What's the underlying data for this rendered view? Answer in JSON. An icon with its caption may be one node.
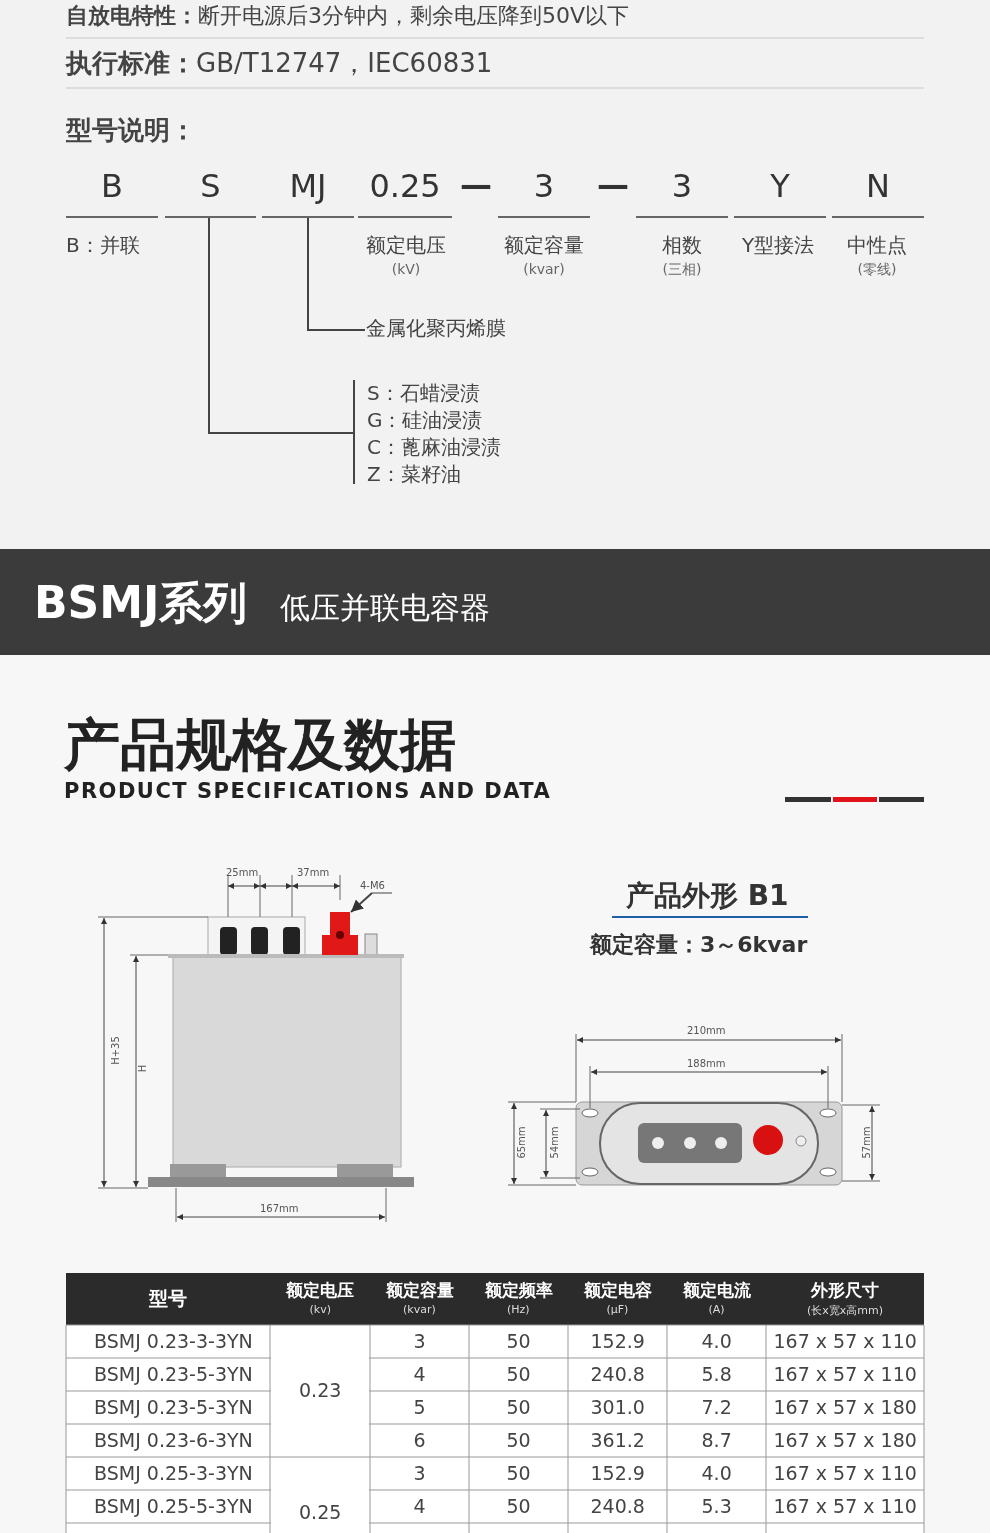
{
  "diagram": {
    "nodes": [
      {
        "text": [
          "B"
        ]
      },
      {
        "text": [
          "S"
        ]
      },
      {
        "text": [
          "MJ"
        ]
      },
      {
        "text": [
          "0.25"
        ]
      },
      {
        "text": [
          "3"
        ]
      },
      {
        "text": [
          "3"
        ]
      },
      {
        "text": [
          "Y"
        ]
      },
      {
        "text": [
          "N"
        ]
      },
      {
        "text": [
          "B：并联"
        ]
      },
      {
        "text": [
          "额定电压",
          "(kV)"
        ]
      },
      {
        "text": [
          "额定容量",
          "(kvar)"
        ]
      },
      {
        "text": [
          "相数",
          "(三相)"
        ]
      },
      {
        "text": [
          "Y型接法"
        ]
      },
      {
        "text": [
          "中性点",
          "(零线)"
        ]
      },
      {
        "text": [
          "金属化聚丙烯膜"
        ]
      },
      {
        "text": [
          "S：石蜡浸渍",
          "G：硅油浸渍",
          "C：蓖麻油浸渍",
          "Z：菜籽油"
        ]
      },
      {
        "text": [
          "4-M6"
        ]
      },
      {
        "text": [],
        "shape": "picture"
      }
    ],
    "edges": [
      {
        "from": 1,
        "to": 15,
        "arrow": "none"
      },
      {
        "from": 2,
        "to": 14,
        "arrow": "none"
      },
      {
        "from": 16,
        "to": 17,
        "arrow": "to"
      }
    ],
    "labels": [
      "**自放电特性：**断开电源后3分钟内，剩余电压降到50V以下",
      "**执行标准：**GB/T12747，IEC60831",
      "型号说明：",
      "—",
      "—",
      "BSMJ系列",
      "低压并联电容器",
      "产品规格及数据",
      "PRODUCT SPECIFICATIONS AND DATA",
      "25mm",
      "37mm",
      "H+35",
      "H",
      "167mm",
      "产品外形 B1",
      "额定容量：3～6kvar",
      "210mm",
      "188mm",
      "65mm",
      "54mm",
      "57mm",
      "型号",
      "额定电压",
      "(kv)",
      "额定容量",
      "(kvar)",
      "额定频率",
      "(Hz)",
      "额定电容",
      "(μF)",
      "额定电流",
      "(A)",
      "外形尺寸",
      "(长x宽x高mm)",
      "BSMJ 0.23-3-3YN",
      "0.23",
      "3",
      "50",
      "152.9",
      "4.0",
      "167 x 57 x 110",
      "BSMJ 0.23-5-3YN",
      "4",
      "50",
      "240.8",
      "5.8",
      "167 x 57 x 110",
      "BSMJ 0.23-5-3YN",
      "5",
      "50",
      "301.0",
      "7.2",
      "167 x 57 x 180",
      "BSMJ 0.23-6-3YN",
      "6",
      "50",
      "361.2",
      "8.7",
      "167 x 57 x 180",
      "BSMJ 0.25-3-3YN",
      "0.25",
      "3",
      "50",
      "152.9",
      "4.0",
      "167 x 57 x 110",
      "BSMJ 0.25-5-3YN",
      "4",
      "50",
      "240.8",
      "5.3",
      "167 x 57 x 110"
    ]
  }
}
